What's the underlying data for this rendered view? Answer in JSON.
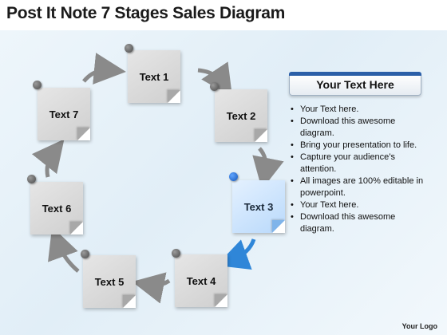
{
  "title": "Post It Note 7 Stages Sales Diagram",
  "notes": [
    {
      "label": "Text 1",
      "highlighted": false
    },
    {
      "label": "Text 2",
      "highlighted": false
    },
    {
      "label": "Text 3",
      "highlighted": true
    },
    {
      "label": "Text 4",
      "highlighted": false
    },
    {
      "label": "Text 5",
      "highlighted": false
    },
    {
      "label": "Text 6",
      "highlighted": false
    },
    {
      "label": "Text 7",
      "highlighted": false
    }
  ],
  "panel": {
    "header": "Your Text Here",
    "bullets": [
      "Your Text here.",
      "Download this awesome diagram.",
      "Bring your presentation to life.",
      "Capture your audience’s attention.",
      "All images are 100% editable in powerpoint.",
      "Your Text here.",
      "Download this awesome diagram."
    ]
  },
  "logo": "Your Logo",
  "colors": {
    "note_gray": "#d9d9d9",
    "note_highlight": "#c8e2fd",
    "pin_gray": "#6b6b6b",
    "pin_blue": "#1f6fd8",
    "arrow_gray": "#8a8a8a",
    "arrow_blue": "#2f86d8",
    "header_accent": "#2b5fa8"
  }
}
